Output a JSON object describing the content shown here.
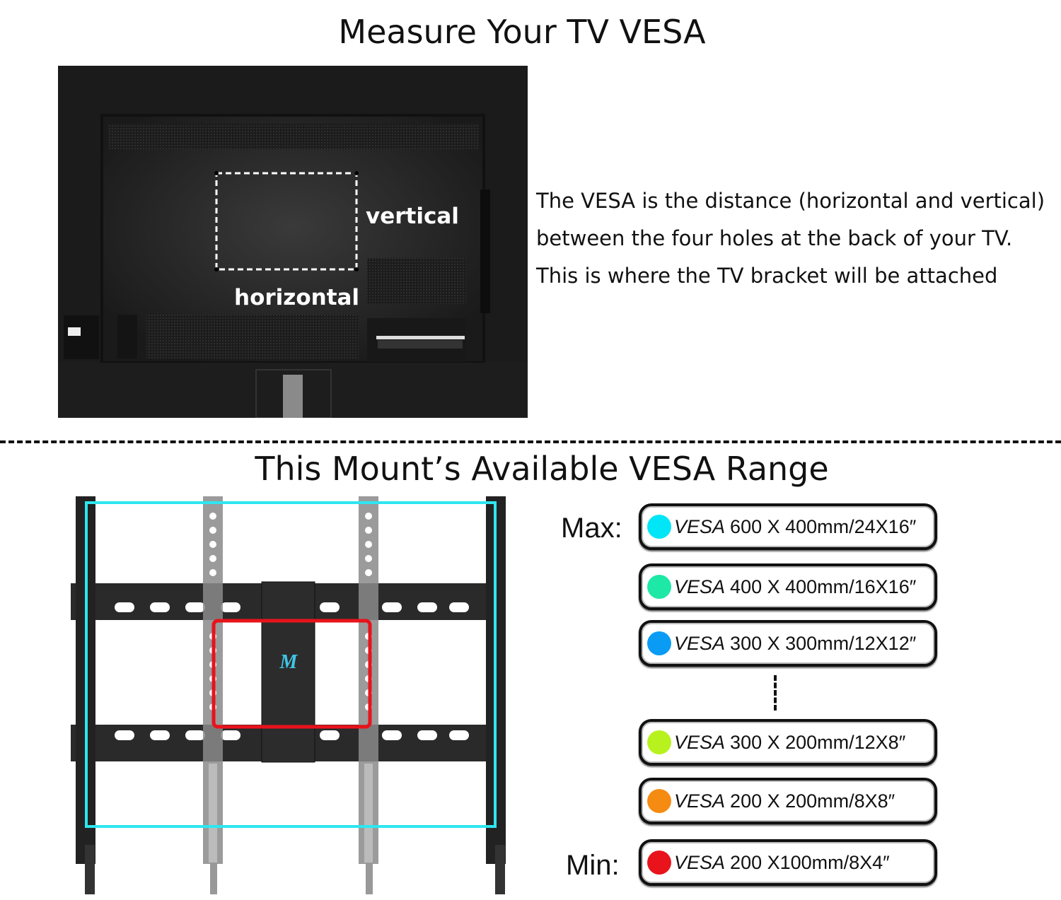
{
  "top": {
    "title": "Measure Your TV VESA",
    "tv_labels": {
      "vertical": "vertical",
      "horizontal": "horizontal"
    },
    "description": [
      "The VESA is the distance (horizontal and vertical)",
      "between the four holes at the back of your TV.",
      "This is where the TV bracket will be attached"
    ]
  },
  "bottom": {
    "title": "This Mount’s Available VESA Range",
    "max_label": "Max:",
    "min_label": "Min:",
    "logo_text": "M",
    "vesa_options": [
      {
        "prefix": "VESA",
        "size": "600 X 400mm/24X16″",
        "color": "#00e6f6"
      },
      {
        "prefix": "VESA",
        "size": "400 X 400mm/16X16″",
        "color": "#1ee8a6"
      },
      {
        "prefix": "VESA",
        "size": "300 X 300mm/12X12″",
        "color": "#0a9cf4"
      },
      {
        "prefix": "VESA",
        "size": "300 X 200mm/12X8″",
        "color": "#b8f21e"
      },
      {
        "prefix": "VESA",
        "size": "200 X 200mm/8X8″",
        "color": "#f68b12"
      },
      {
        "prefix": "VESA",
        "size": "200 X100mm/8X4″",
        "color": "#e8131b"
      }
    ]
  }
}
